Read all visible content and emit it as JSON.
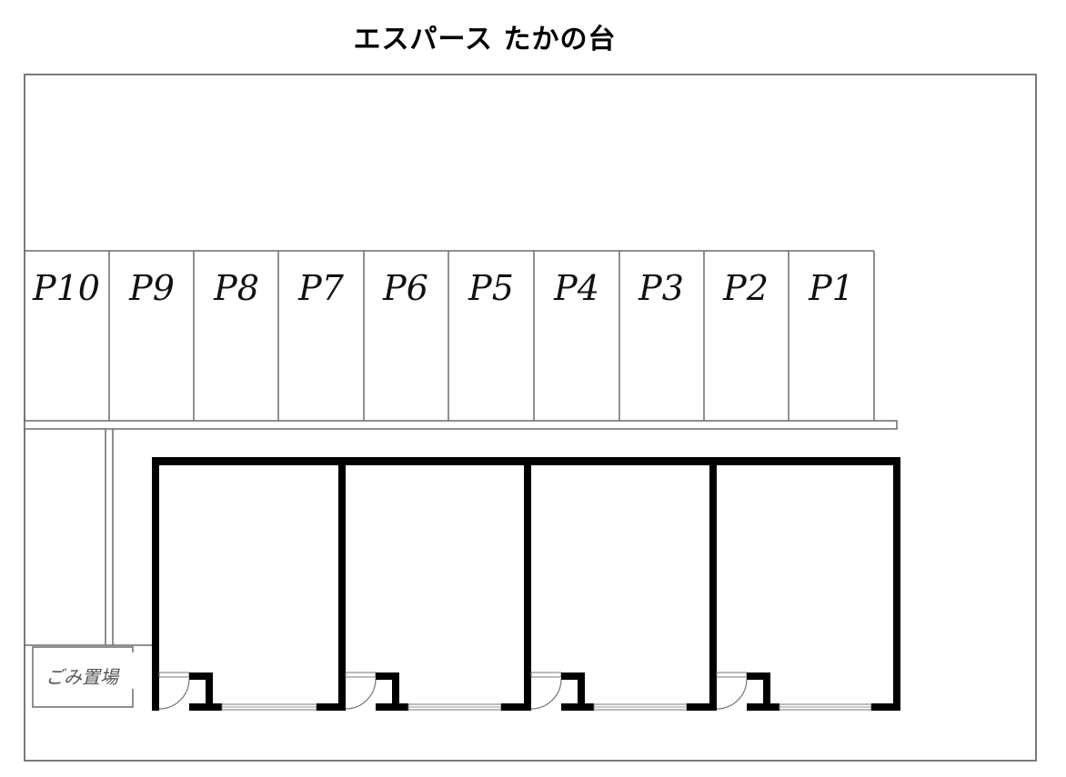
{
  "title": "エスパース たかの台",
  "parking": {
    "spaces": [
      {
        "label": "P10"
      },
      {
        "label": "P9"
      },
      {
        "label": "P8"
      },
      {
        "label": "P7"
      },
      {
        "label": "P6"
      },
      {
        "label": "P5"
      },
      {
        "label": "P4"
      },
      {
        "label": "P3"
      },
      {
        "label": "P2"
      },
      {
        "label": "P1"
      }
    ]
  },
  "garbage_area": {
    "label": "ごみ置場"
  },
  "units": {
    "count": 4
  },
  "colors": {
    "wall": "#000000",
    "line": "#6b6b6b",
    "background": "#ffffff"
  }
}
